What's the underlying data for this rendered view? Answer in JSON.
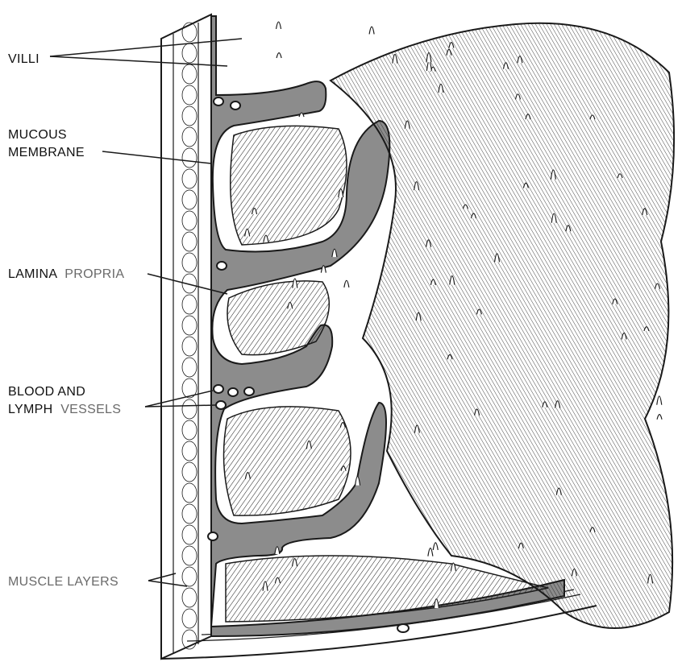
{
  "labels": {
    "villi": "VILLI",
    "mucous_line1": "MUCOUS",
    "mucous_line2": "MEMBRANE",
    "lamina_a": "LAMINA",
    "lamina_b": "PROPRIA",
    "blood_line1": "BLOOD AND",
    "blood_line2a": "LYMPH",
    "blood_line2b": "VESSELS",
    "muscle": "MUSCLE LAYERS"
  },
  "colors": {
    "ink": "#1a1a1a",
    "tissue_gray": "#8c8c8c",
    "label_dark": "#111111",
    "label_gray": "#6a6a6a"
  }
}
